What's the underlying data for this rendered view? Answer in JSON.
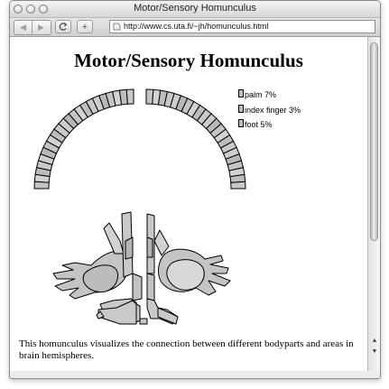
{
  "window": {
    "title": "Motor/Sensory Homunculus",
    "traffic_lights": [
      "close-button",
      "minimize-button",
      "zoom-button"
    ]
  },
  "toolbar": {
    "back_icon": "◀",
    "forward_icon": "▶",
    "reload_icon": "C",
    "add_icon": "+",
    "url": "http://www.cs.uta.fi/~jh/homunculus.html"
  },
  "page": {
    "title": "Motor/Sensory Homunculus",
    "legend": [
      {
        "label": "palm 7%"
      },
      {
        "label": "index finger 3%"
      },
      {
        "label": "foot 5%"
      }
    ],
    "description": "This homunculus visualizes the connection between different bodyparts and areas in brain hemispheres."
  },
  "scrollbar": {
    "up_arrow": "▲",
    "down_arrow": "▼"
  }
}
